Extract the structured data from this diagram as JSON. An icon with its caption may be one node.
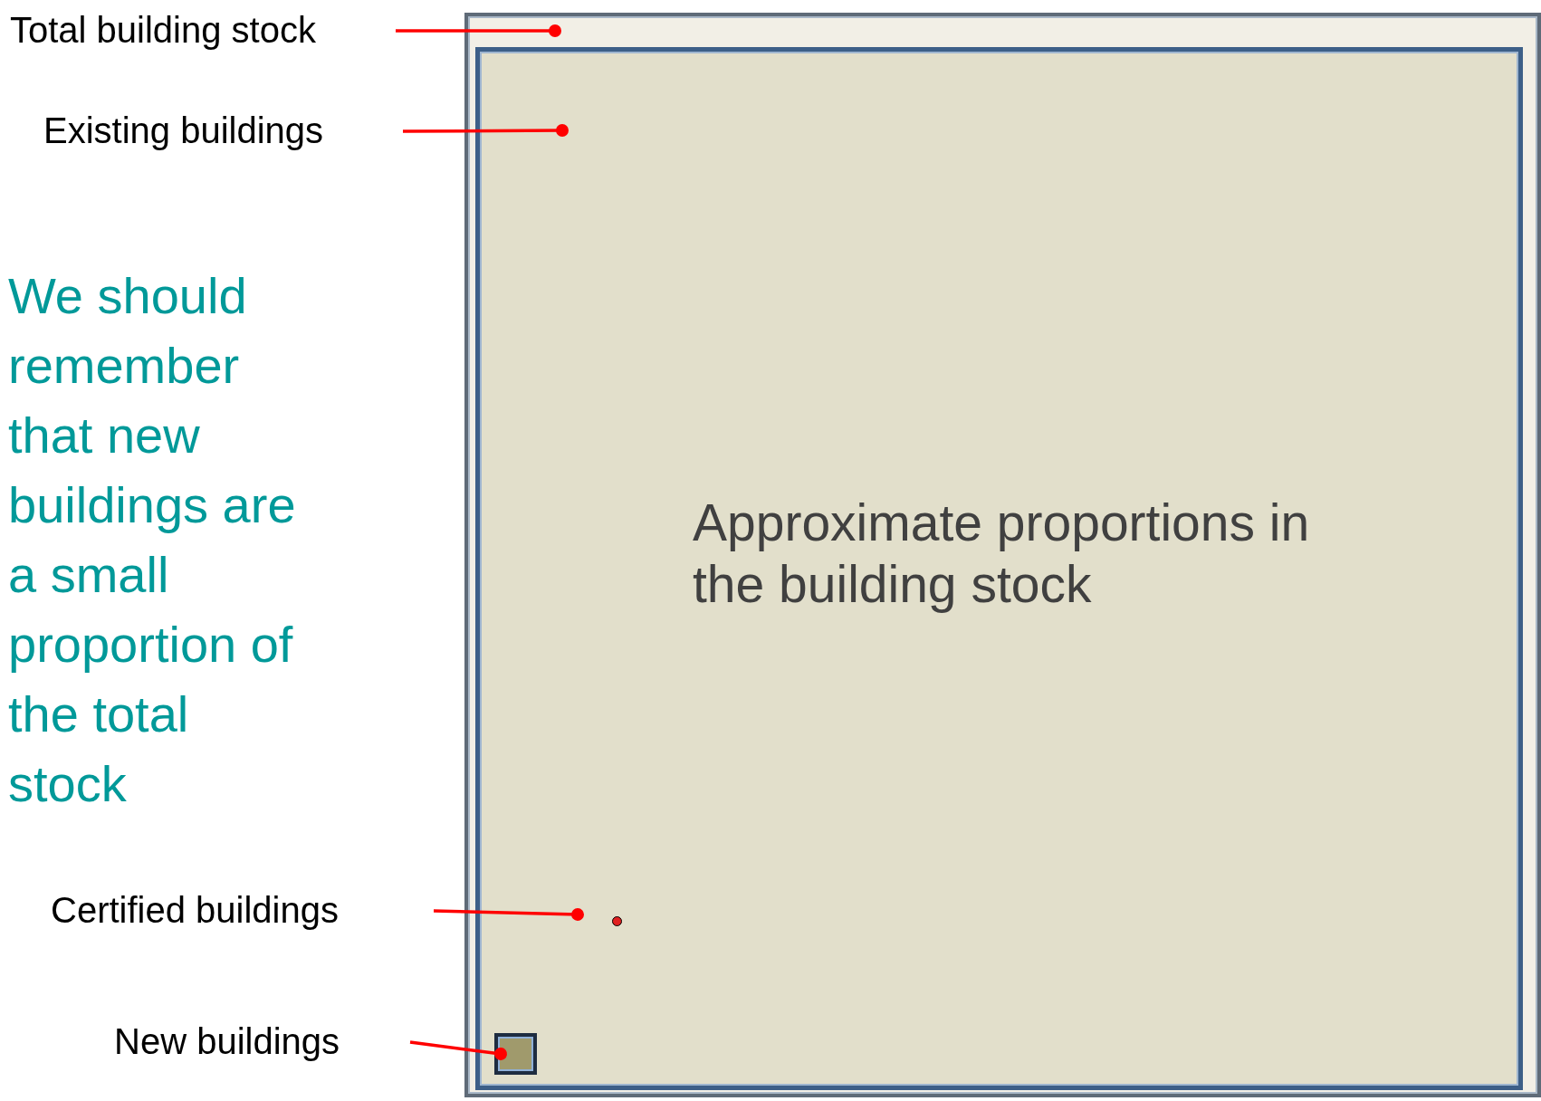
{
  "diagram": {
    "nodes": [
      {
        "text": [
          "Total building stock"
        ]
      },
      {
        "text": [],
        "shape": "box"
      },
      {
        "text": [
          "Existing buildings"
        ]
      },
      {
        "text": [
          "Approximate proportions in the building stock"
        ],
        "in": 1
      },
      {
        "text": [
          "Certified buildings"
        ]
      },
      {
        "text": [],
        "shape": "circle",
        "in": 3
      },
      {
        "text": [
          "New buildings"
        ]
      },
      {
        "text": [],
        "shape": "box",
        "in": 3
      }
    ],
    "edges": [
      {
        "from": 0,
        "to": 1,
        "arrow": "other"
      },
      {
        "from": 2,
        "to": 3,
        "arrow": "other"
      },
      {
        "from": 4,
        "to": 5,
        "arrow": "other"
      },
      {
        "from": 6,
        "to": 7,
        "arrow": "other"
      }
    ],
    "labels": [
      "We should remember that new buildings are a small proportion of the total stock"
    ]
  }
}
